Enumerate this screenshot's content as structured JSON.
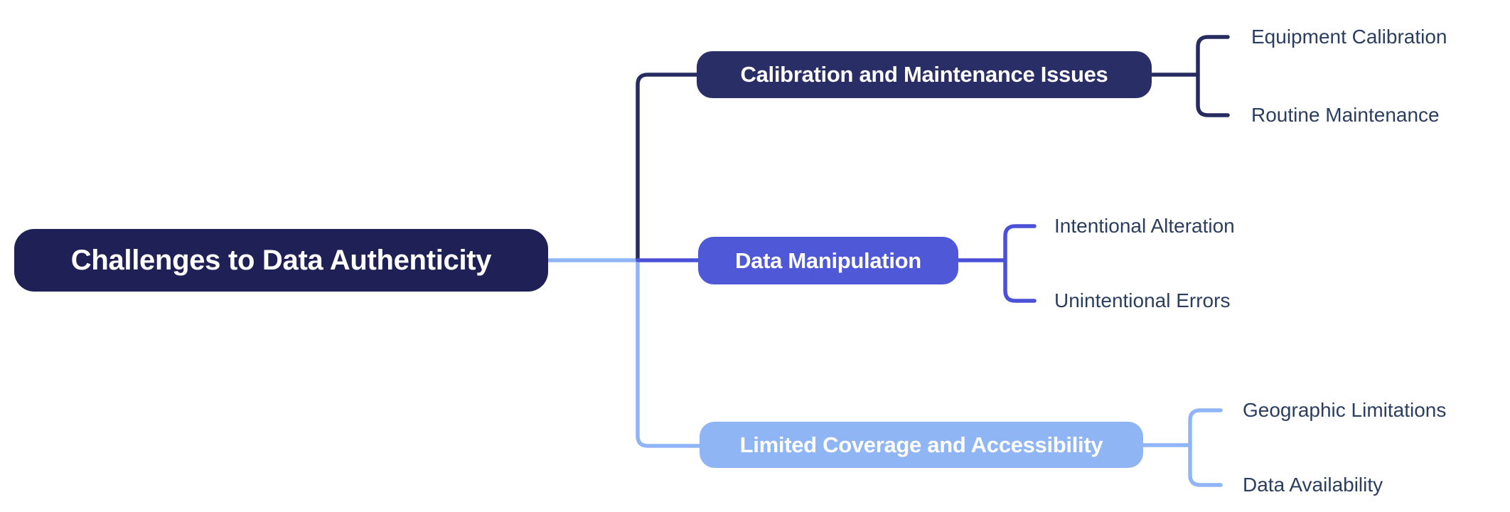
{
  "colors": {
    "background": "#ffffff",
    "root-fill": "#1f2156",
    "root-text": "#ffffff",
    "branch-calibration-fill": "#2a2e67",
    "branch-manipulation-fill": "#4f58d6",
    "branch-coverage-fill": "#90b5f4",
    "branch-text": "#ffffff",
    "leaf-text": "#2c3e5f",
    "line-navy": "#262b60",
    "line-indigo": "#4b51d6",
    "line-blue": "#90b5f7"
  },
  "mindmap": {
    "root": {
      "label": "Challenges to Data Authenticity"
    },
    "branches": [
      {
        "label": "Calibration and Maintenance Issues",
        "children": [
          {
            "label": "Equipment Calibration"
          },
          {
            "label": "Routine Maintenance"
          }
        ]
      },
      {
        "label": "Data Manipulation",
        "children": [
          {
            "label": "Intentional Alteration"
          },
          {
            "label": "Unintentional Errors"
          }
        ]
      },
      {
        "label": "Limited Coverage and Accessibility",
        "children": [
          {
            "label": "Geographic Limitations"
          },
          {
            "label": "Data Availability"
          }
        ]
      }
    ]
  }
}
